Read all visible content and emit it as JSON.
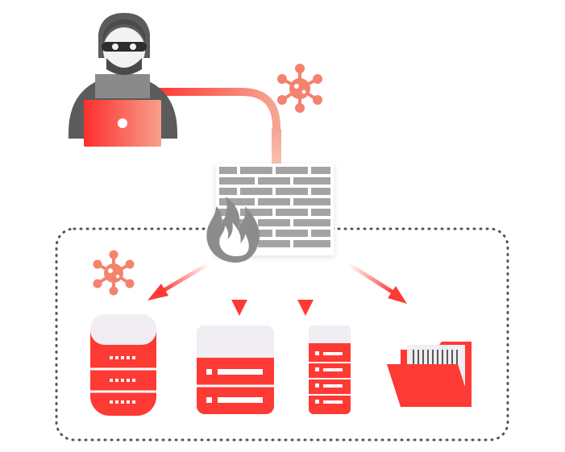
{
  "diagram": {
    "nodes": [
      {
        "id": "attacker",
        "icon": "hacker-with-laptop-icon"
      },
      {
        "id": "virus_outside",
        "icon": "virus-icon"
      },
      {
        "id": "firewall",
        "icon": "firewall-brick-wall-with-fire-icon"
      },
      {
        "id": "virus_inside",
        "icon": "virus-icon"
      },
      {
        "id": "database",
        "icon": "database-stack-icon"
      },
      {
        "id": "server",
        "icon": "server-box-icon"
      },
      {
        "id": "server_tower",
        "icon": "server-tower-icon"
      },
      {
        "id": "folder",
        "icon": "open-folder-with-files-icon"
      },
      {
        "id": "network_zone",
        "icon": "dotted-boundary"
      }
    ],
    "edges": [
      {
        "from": "attacker",
        "to": "firewall",
        "style": "gradient-connector"
      },
      {
        "from": "firewall",
        "to": "database",
        "style": "red-arrow"
      },
      {
        "from": "firewall",
        "to": "server",
        "style": "red-arrow"
      },
      {
        "from": "firewall",
        "to": "server_tower",
        "style": "red-arrow"
      },
      {
        "from": "firewall",
        "to": "folder",
        "style": "red-arrow"
      }
    ]
  },
  "colors": {
    "red": "#fd3a34",
    "red_light": "#ff8a7a",
    "virus": "#f4826e",
    "gray_dark": "#5a5a5a",
    "gray_mid": "#8a8a8a",
    "brick": "#a3a3a3",
    "panel_light": "#f0eef2",
    "boundary": "#555555"
  }
}
